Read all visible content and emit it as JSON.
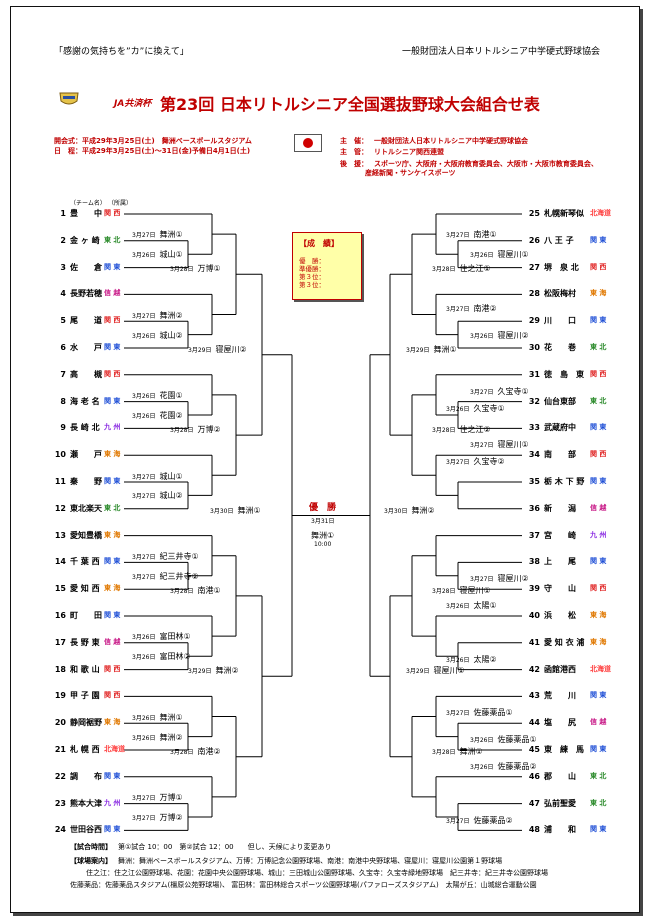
{
  "header": {
    "slogan": "「感謝の気持ちを”カ”に換えて」",
    "organization": "一般財団法人日本リトルシニア中学硬式野球協会"
  },
  "title": {
    "cup": "JA共済杯",
    "main": "第23回 日本リトルシニア全国選抜野球大会組合せ表"
  },
  "info_left": [
    "開会式：平成29年3月25日(土)　舞洲ベースボールスタジアム",
    "日　程：平成29年3月25日(土)～31日(金)予備日4月1日(土)"
  ],
  "info_right": [
    {
      "label": "主　催：",
      "text": "一般財団法人日本リトルシニア中学硬式野球協会"
    },
    {
      "label": "主　管：",
      "text": "リトルシニア関西連盟"
    },
    {
      "label": "後　援：",
      "text": "スポーツ庁、大阪府・大阪府教育委員会、大阪市・大阪市教育委員会、"
    },
    {
      "label": "",
      "text": "産経新聞・サンケイスポーツ"
    }
  ],
  "legend": {
    "team": "（チーム名）",
    "region": "（所属）"
  },
  "results_box": {
    "title": "【成　績】",
    "lines": [
      "優　勝：",
      "準優勝：",
      "第３位：",
      "第３位："
    ]
  },
  "final": {
    "title": "優　勝",
    "date": "3月31日",
    "venue": "舞洲①",
    "time": "10:00"
  },
  "teams_left": [
    {
      "num": "1",
      "name": "豊　　中",
      "region": "関 西"
    },
    {
      "num": "2",
      "name": "金 ヶ 崎",
      "region": "東 北"
    },
    {
      "num": "3",
      "name": "佐　　倉",
      "region": "関 東"
    },
    {
      "num": "4",
      "name": "長野若穂",
      "region": "信 越"
    },
    {
      "num": "5",
      "name": "尾　　道",
      "region": "関 西"
    },
    {
      "num": "6",
      "name": "水　　戸",
      "region": "関 東"
    },
    {
      "num": "7",
      "name": "高　　槻",
      "region": "関 西"
    },
    {
      "num": "8",
      "name": "海 老 名",
      "region": "関 東"
    },
    {
      "num": "9",
      "name": "長 崎 北",
      "region": "九 州"
    },
    {
      "num": "10",
      "name": "瀬　　戸",
      "region": "東 海"
    },
    {
      "num": "11",
      "name": "秦　　野",
      "region": "関 東"
    },
    {
      "num": "12",
      "name": "東北楽天",
      "region": "東 北"
    },
    {
      "num": "13",
      "name": "愛知豊橋",
      "region": "東 海"
    },
    {
      "num": "14",
      "name": "千 葉 西",
      "region": "関 東"
    },
    {
      "num": "15",
      "name": "愛 知 西",
      "region": "東 海"
    },
    {
      "num": "16",
      "name": "町　　田",
      "region": "関 東"
    },
    {
      "num": "17",
      "name": "長 野 東",
      "region": "信 越"
    },
    {
      "num": "18",
      "name": "和 歌 山",
      "region": "関 西"
    },
    {
      "num": "19",
      "name": "甲 子 園",
      "region": "関 西"
    },
    {
      "num": "20",
      "name": "静岡裾野",
      "region": "東 海"
    },
    {
      "num": "21",
      "name": "札 幌 西",
      "region": "北海道"
    },
    {
      "num": "22",
      "name": "調　　布",
      "region": "関 東"
    },
    {
      "num": "23",
      "name": "熊本大津",
      "region": "九 州"
    },
    {
      "num": "24",
      "name": "世田谷西",
      "region": "関 東"
    }
  ],
  "teams_right": [
    {
      "num": "25",
      "name": "札幌新琴似",
      "region": "北海道"
    },
    {
      "num": "26",
      "name": "八 王 子",
      "region": "関 東"
    },
    {
      "num": "27",
      "name": "堺　泉 北",
      "region": "関 西"
    },
    {
      "num": "28",
      "name": "松阪梅村",
      "region": "東 海"
    },
    {
      "num": "29",
      "name": "川　　口",
      "region": "関 東"
    },
    {
      "num": "30",
      "name": "花　　巻",
      "region": "東 北"
    },
    {
      "num": "31",
      "name": "徳　島　東",
      "region": "関 西"
    },
    {
      "num": "32",
      "name": "仙台東部",
      "region": "東 北"
    },
    {
      "num": "33",
      "name": "武蔵府中",
      "region": "関 東"
    },
    {
      "num": "34",
      "name": "南　　部",
      "region": "関 西"
    },
    {
      "num": "35",
      "name": "栃 木 下 野",
      "region": "関 東"
    },
    {
      "num": "36",
      "name": "新　　潟",
      "region": "信 越"
    },
    {
      "num": "37",
      "name": "宮　　崎",
      "region": "九 州"
    },
    {
      "num": "38",
      "name": "上　　尾",
      "region": "関 東"
    },
    {
      "num": "39",
      "name": "守　　山",
      "region": "関 西"
    },
    {
      "num": "40",
      "name": "浜　　松",
      "region": "東 海"
    },
    {
      "num": "41",
      "name": "愛 知 衣 浦",
      "region": "東 海"
    },
    {
      "num": "42",
      "name": "函館港西",
      "region": "北海道"
    },
    {
      "num": "43",
      "name": "荒　　川",
      "region": "関 東"
    },
    {
      "num": "44",
      "name": "塩　　尻",
      "region": "信 越"
    },
    {
      "num": "45",
      "name": "東　練　馬",
      "region": "関 東"
    },
    {
      "num": "46",
      "name": "郡　　山",
      "region": "東 北"
    },
    {
      "num": "47",
      "name": "弘前聖愛",
      "region": "東 北"
    },
    {
      "num": "48",
      "name": "浦　　和",
      "region": "関 東"
    }
  ],
  "games_left": [
    {
      "date": "3月27日",
      "venue": "舞洲①"
    },
    {
      "date": "3月27日",
      "venue": "舞洲②"
    },
    {
      "date": "3月26日",
      "venue": "城山①"
    },
    {
      "date": "3月26日",
      "venue": "城山②"
    },
    {
      "date": "3月26日",
      "venue": "花園①"
    },
    {
      "date": "3月27日",
      "venue": "城山①"
    },
    {
      "date": "3月26日",
      "venue": "花園②"
    },
    {
      "date": "3月27日",
      "venue": "城山②"
    },
    {
      "date": "3月27日",
      "venue": "紀三井寺①"
    },
    {
      "date": "3月26日",
      "venue": "富田林①"
    },
    {
      "date": "3月27日",
      "venue": "紀三井寺②"
    },
    {
      "date": "3月26日",
      "venue": "富田林②"
    },
    {
      "date": "3月26日",
      "venue": "舞洲①"
    },
    {
      "date": "3月27日",
      "venue": "万博①"
    },
    {
      "date": "3月26日",
      "venue": "舞洲②"
    },
    {
      "date": "3月27日",
      "venue": "万博②"
    },
    {
      "date": "3月28日",
      "venue": "万博①"
    },
    {
      "date": "3月28日",
      "venue": "万博②"
    },
    {
      "date": "3月28日",
      "venue": "南港①"
    },
    {
      "date": "3月28日",
      "venue": "南港②"
    },
    {
      "date": "3月29日",
      "venue": "寝屋川②"
    },
    {
      "date": "3月29日",
      "venue": "舞洲②"
    },
    {
      "date": "3月30日",
      "venue": "舞洲①"
    }
  ],
  "games_right": [
    {
      "date": "3月27日",
      "venue": "南港①"
    },
    {
      "date": "3月26日",
      "venue": "寝屋川①"
    },
    {
      "date": "3月27日",
      "venue": "南港②"
    },
    {
      "date": "3月26日",
      "venue": "寝屋川②"
    },
    {
      "date": "3月26日",
      "venue": "久宝寺①"
    },
    {
      "date": "3月27日",
      "venue": "久宝寺①"
    },
    {
      "date": "3月27日",
      "venue": "久宝寺②"
    },
    {
      "date": "3月27日",
      "venue": "寝屋川①"
    },
    {
      "date": "3月26日",
      "venue": "太陽①"
    },
    {
      "date": "3月27日",
      "venue": "寝屋川②"
    },
    {
      "date": "3月26日",
      "venue": "太陽②"
    },
    {
      "date": "3月26日",
      "venue": "佐藤薬品①"
    },
    {
      "date": "3月27日",
      "venue": "佐藤薬品①"
    },
    {
      "date": "3月26日",
      "venue": "佐藤薬品②"
    },
    {
      "date": "3月27日",
      "venue": "佐藤薬品②"
    },
    {
      "date": "3月28日",
      "venue": "住之江①"
    },
    {
      "date": "3月28日",
      "venue": "住之江②"
    },
    {
      "date": "3月28日",
      "venue": "寝屋川①"
    },
    {
      "date": "3月28日",
      "venue": "舞洲①"
    },
    {
      "date": "3月29日",
      "venue": "舞洲①"
    },
    {
      "date": "3月29日",
      "venue": "寝屋川①"
    },
    {
      "date": "3月30日",
      "venue": "舞洲②"
    }
  ],
  "footer": {
    "time_label": "【試合時間】",
    "time_text": "第①試合 10：00　第②試合 12：00　　但し、天候により変更あり",
    "venue_label": "【球場案内】",
    "venue_lines": [
      "舞洲：舞洲ベースボールスタジアム、万博：万博記念公園野球場、南港：南港中央野球場、寝屋川：寝屋川公園第１野球場",
      "住之江：住之江公園野球場、花園：花園中央公園野球場、城山：三田城山公園野球場、久宝寺：久宝寺緑地野球場　紀三井寺：紀三井寺公園野球場",
      "佐藤薬品：佐藤薬品スタジアム(橿原公苑野球場)、 富田林：富田林総合スポーツ公園野球場(パファローズスタジアム)　太陽が丘：山城総合運動公園"
    ]
  },
  "colors": {
    "accent_red": "#c00000",
    "region_kanto": "#1f4fd6",
    "region_kansai": "#e02020",
    "region_tohoku": "#2a8a2a",
    "region_tokai": "#e07800",
    "region_kyushu": "#8a2be2",
    "region_shinetsu": "#c71585",
    "region_hokkaido": "#ff3a3a"
  },
  "icons": [
    "league-emblem-icon",
    "japan-flag-icon"
  ]
}
